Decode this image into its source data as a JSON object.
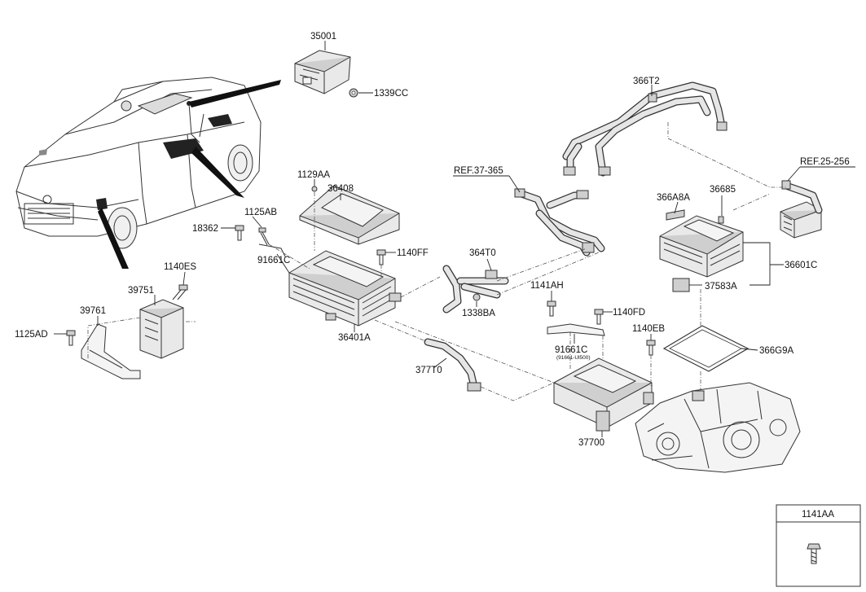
{
  "parts": [
    {
      "id": "35001",
      "label": "35001"
    },
    {
      "id": "1339CC",
      "label": "1339CC"
    },
    {
      "id": "366T2",
      "label": "366T2"
    },
    {
      "id": "REF.37-365",
      "label": "REF.37-365"
    },
    {
      "id": "REF.25-256",
      "label": "REF.25-256"
    },
    {
      "id": "1129AA",
      "label": "1129AA"
    },
    {
      "id": "36408",
      "label": "36408"
    },
    {
      "id": "366A8A",
      "label": "366A8A"
    },
    {
      "id": "36685",
      "label": "36685"
    },
    {
      "id": "1125AB",
      "label": "1125AB"
    },
    {
      "id": "18362",
      "label": "18362"
    },
    {
      "id": "91661C_a",
      "label": "91661C"
    },
    {
      "id": "1140FF",
      "label": "1140FF"
    },
    {
      "id": "364T0",
      "label": "364T0"
    },
    {
      "id": "36601C",
      "label": "36601C"
    },
    {
      "id": "1140ES",
      "label": "1140ES"
    },
    {
      "id": "39751",
      "label": "39751"
    },
    {
      "id": "1141AH",
      "label": "1141AH"
    },
    {
      "id": "37583A",
      "label": "37583A"
    },
    {
      "id": "39761",
      "label": "39761"
    },
    {
      "id": "1338BA",
      "label": "1338BA"
    },
    {
      "id": "1140FD",
      "label": "1140FD"
    },
    {
      "id": "36401A",
      "label": "36401A"
    },
    {
      "id": "1125AD",
      "label": "1125AD"
    },
    {
      "id": "1140EB",
      "label": "1140EB"
    },
    {
      "id": "91661C_b",
      "label": "91661C"
    },
    {
      "id": "91661C_b_sub",
      "label": "(91661-Ul500)"
    },
    {
      "id": "366G9A",
      "label": "366G9A"
    },
    {
      "id": "377T0",
      "label": "377T0"
    },
    {
      "id": "37700",
      "label": "37700"
    }
  ],
  "inset": {
    "label": "1141AA"
  }
}
